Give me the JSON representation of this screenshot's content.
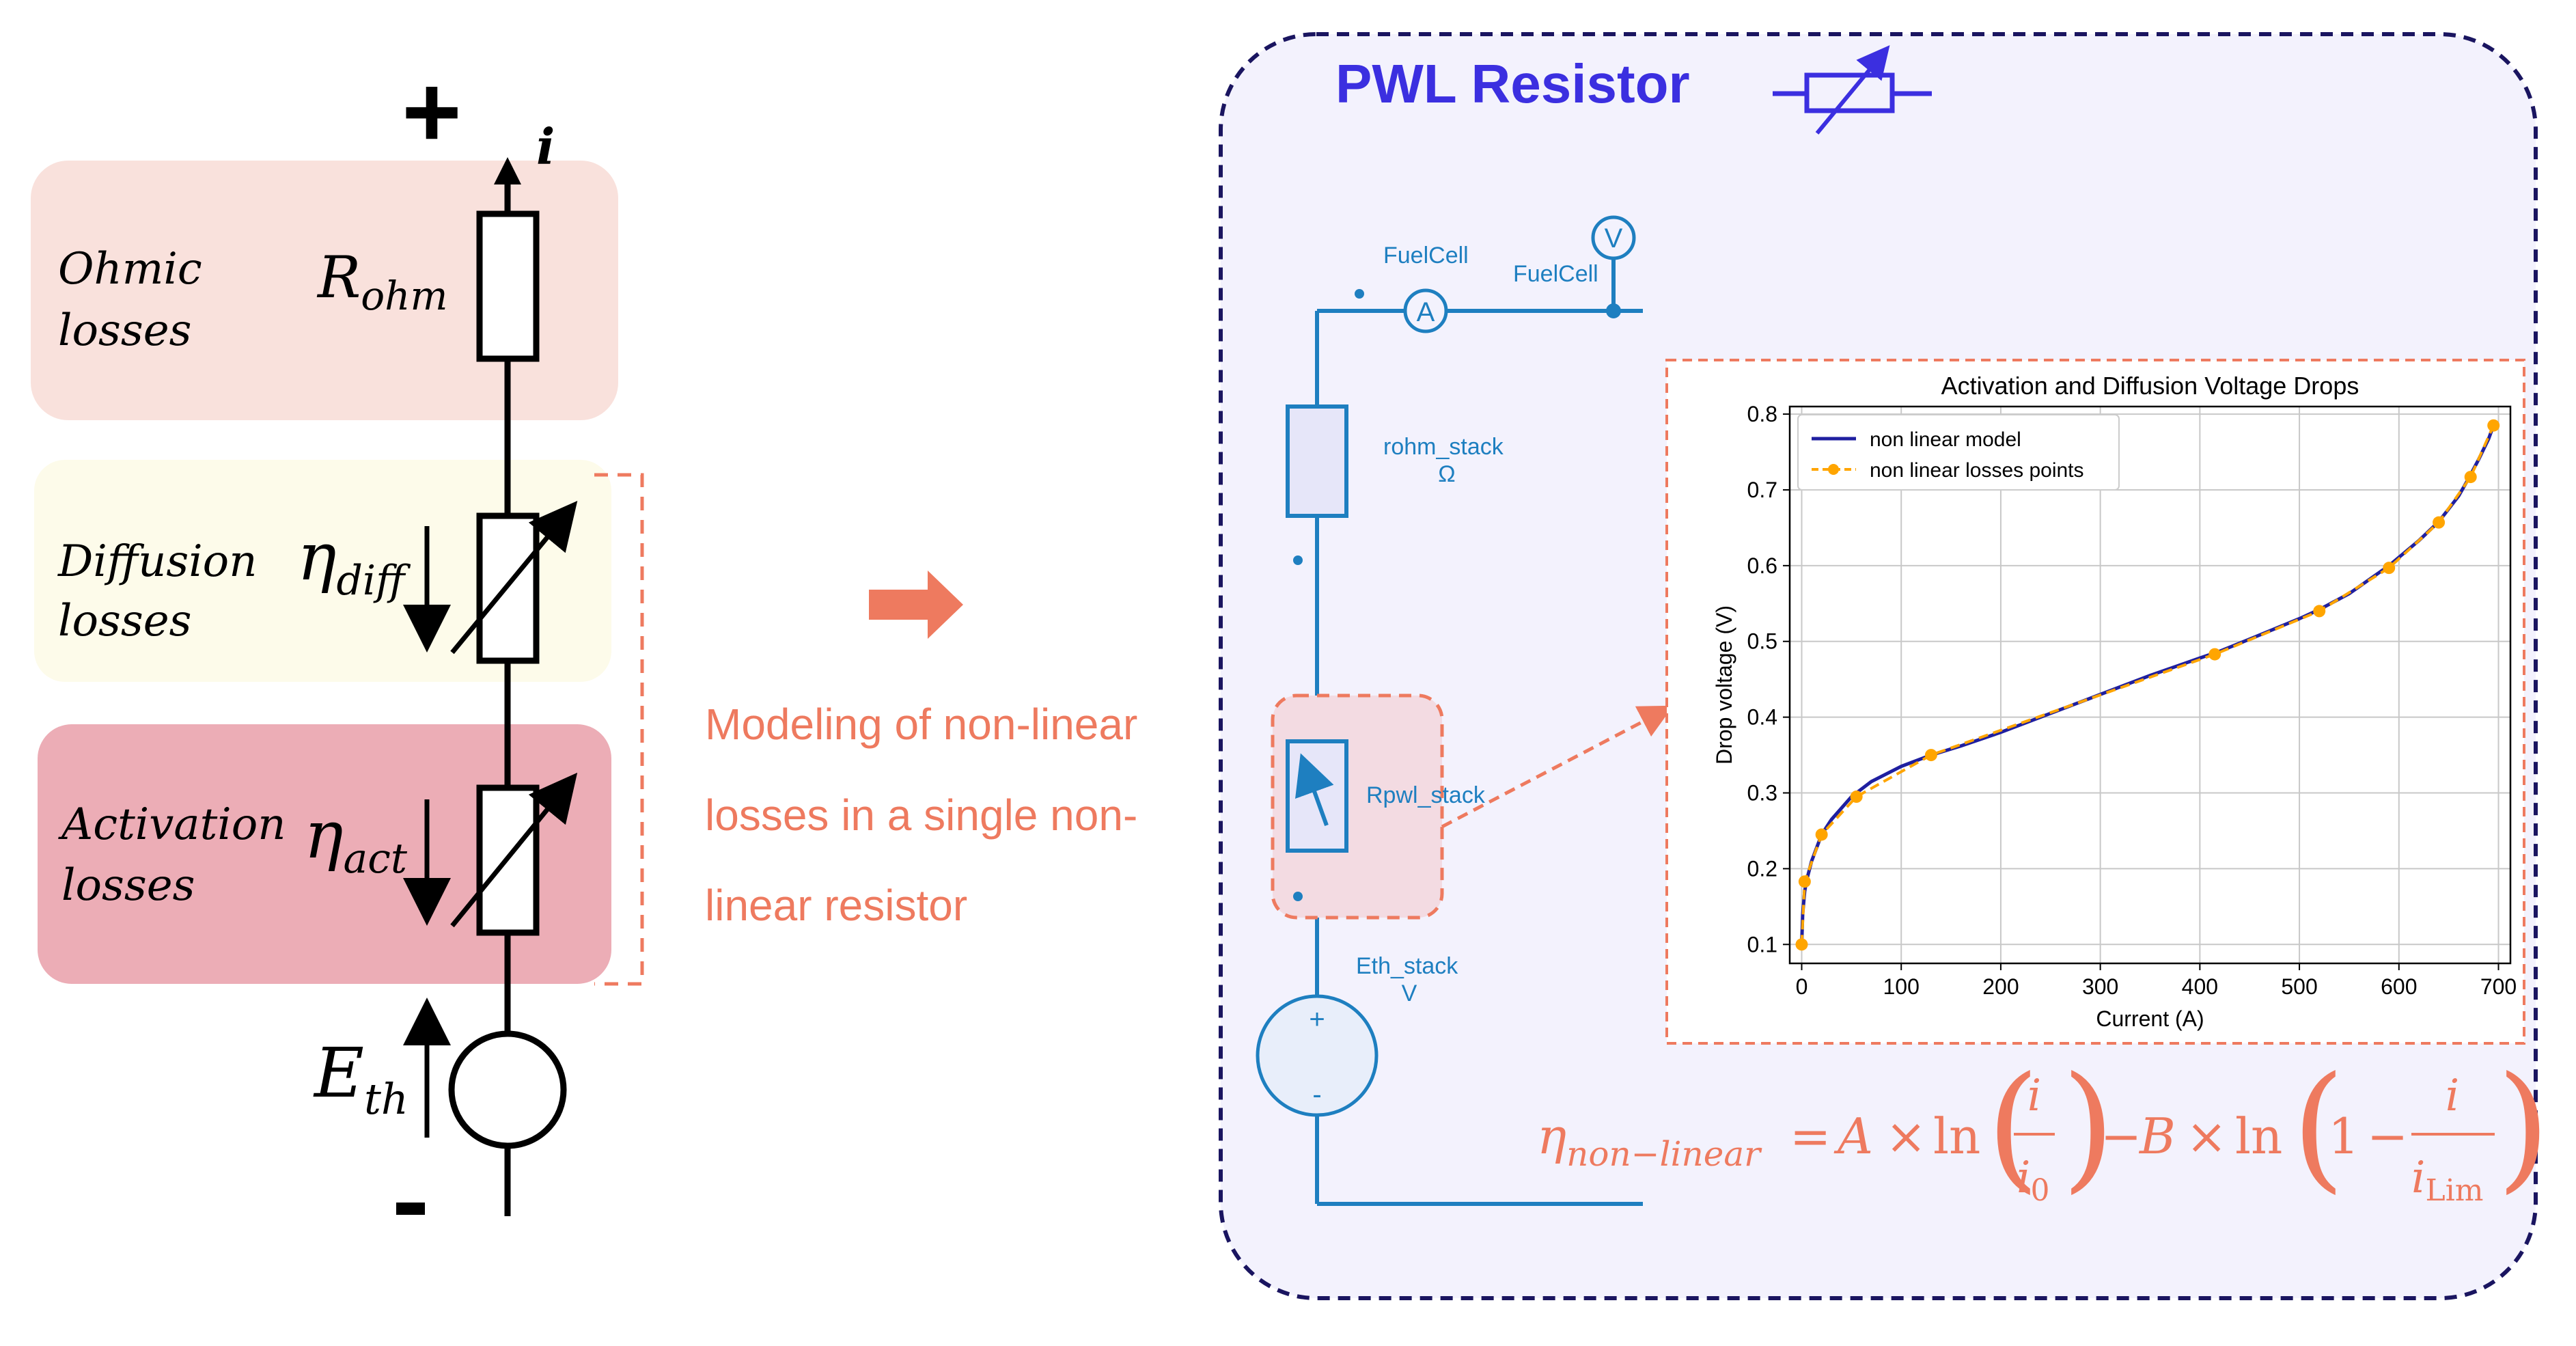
{
  "left_circuit": {
    "plus_sign": "+",
    "minus_sign": "-",
    "current_symbol": "i",
    "ohmic": {
      "label_line1": "Ohmic",
      "label_line2": "losses",
      "symbol_main": "R",
      "symbol_sub": "ohm",
      "box_color": "#f9e1dc"
    },
    "diffusion": {
      "label_line1": "Diffusion",
      "label_line2": "losses",
      "symbol_main": "η",
      "symbol_sub": "diff",
      "box_color": "#fdfbea"
    },
    "activation": {
      "label_line1": "Activation",
      "label_line2": "losses",
      "symbol_main": "η",
      "symbol_sub": "act",
      "box_color": "#ecadb6"
    },
    "source": {
      "symbol_main": "E",
      "symbol_sub": "th"
    }
  },
  "middle": {
    "arrow_color": "#ee7a5f",
    "text_lines": [
      "Modeling of non-linear",
      "losses in a single non-",
      "linear resistor"
    ],
    "text_color": "#ee7a5f"
  },
  "pwl_panel": {
    "title": "PWL Resistor",
    "title_color": "#3b2fe0",
    "border_color": "#1a1560",
    "bg_color": "#f3f2fd",
    "fuelcell_label_1": "FuelCell",
    "fuelcell_label_2": "FuelCell",
    "ammeter_symbol": "A",
    "voltmeter_symbol": "V",
    "rohm_label": "rohm_stack",
    "rohm_unit": "Ω",
    "rpwl_label": "Rpwl_stack",
    "eth_label": "Eth_stack",
    "eth_unit": "V",
    "source_plus": "+",
    "source_minus": "-",
    "wire_color": "#1e7fc0"
  },
  "formula": {
    "eta": "η",
    "eta_sub": "non−linear",
    "equals": "=",
    "A": "A",
    "times1": "×",
    "ln1": "ln",
    "i_num1": "i",
    "i_den": "i",
    "i_den_sub": "0",
    "minus": "−",
    "B": "B",
    "times2": "×",
    "ln2": "ln",
    "one": "1",
    "minus2": "−",
    "i_num2": "i",
    "ilim": "i",
    "ilim_sub": "Lim",
    "color": "#ee7a5f"
  },
  "chart_data": {
    "type": "line",
    "title": "Activation and Diffusion Voltage Drops",
    "xlabel": "Current (A)",
    "ylabel": "Drop voltage (V)",
    "xlim": [
      -12,
      712
    ],
    "ylim": [
      0.075,
      0.81
    ],
    "xticks": [
      0,
      100,
      200,
      300,
      400,
      500,
      600,
      700
    ],
    "yticks": [
      0.1,
      0.2,
      0.3,
      0.4,
      0.5,
      0.6,
      0.7,
      0.8
    ],
    "grid": true,
    "legend_position": "top-left",
    "series": [
      {
        "name": "non linear model",
        "color": "#1f1fa0",
        "style": "solid",
        "x": [
          0,
          1,
          3,
          5,
          10,
          20,
          30,
          50,
          70,
          100,
          130,
          160,
          200,
          250,
          300,
          350,
          400,
          420,
          450,
          500,
          520,
          550,
          590,
          620,
          640,
          660,
          670,
          680,
          690,
          695
        ],
        "y": [
          0.1,
          0.14,
          0.17,
          0.185,
          0.21,
          0.245,
          0.265,
          0.295,
          0.315,
          0.335,
          0.35,
          0.362,
          0.38,
          0.405,
          0.43,
          0.455,
          0.478,
          0.487,
          0.503,
          0.53,
          0.542,
          0.563,
          0.6,
          0.633,
          0.658,
          0.692,
          0.715,
          0.74,
          0.767,
          0.785
        ]
      },
      {
        "name": "non linear losses points",
        "color": "#ffa500",
        "style": "dashed-markers",
        "x": [
          0,
          3,
          20,
          55,
          130,
          415,
          520,
          590,
          640,
          672,
          695
        ],
        "y": [
          0.1,
          0.183,
          0.245,
          0.295,
          0.35,
          0.483,
          0.54,
          0.597,
          0.657,
          0.717,
          0.785
        ]
      }
    ]
  }
}
